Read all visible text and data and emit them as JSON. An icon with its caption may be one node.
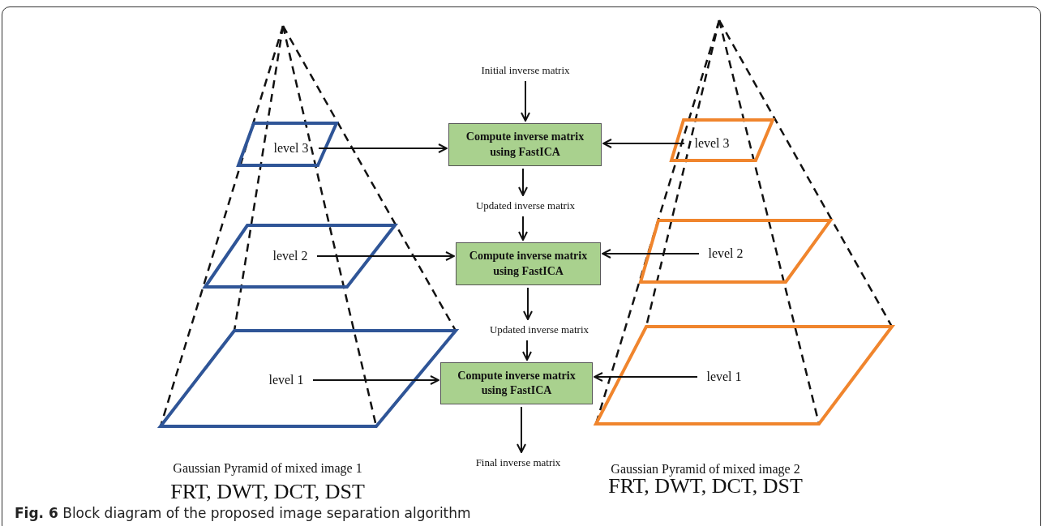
{
  "diagram": {
    "caption": "**Fig. 6** Block diagram of the proposed image separation algorithm",
    "nodes": [
      {
        "text": [
          "Initial inverse matrix"
        ]
      },
      {
        "text": [
          "Compute inverse matrix using FastICA"
        ]
      },
      {
        "text": [
          "Updated inverse matrix"
        ]
      },
      {
        "text": [
          "Compute inverse matrix using FastICA"
        ]
      },
      {
        "text": [
          "Updated inverse matrix"
        ]
      },
      {
        "text": [
          "Compute inverse matrix using FastICA"
        ]
      },
      {
        "text": [
          "Final inverse matrix"
        ]
      },
      {
        "text": [
          "level 3"
        ]
      },
      {
        "text": [
          "level 2"
        ]
      },
      {
        "text": [
          "level 1"
        ]
      },
      {
        "text": [
          "level 3"
        ]
      },
      {
        "text": [
          "level 2"
        ]
      },
      {
        "text": [
          "level 1"
        ]
      }
    ],
    "edges": [
      {
        "from": 0,
        "to": 1,
        "arrow": "to"
      },
      {
        "from": 1,
        "to": 2,
        "arrow": "to"
      },
      {
        "from": 2,
        "to": 3,
        "arrow": "to"
      },
      {
        "from": 3,
        "to": 4,
        "arrow": "to"
      },
      {
        "from": 4,
        "to": 5,
        "arrow": "to"
      },
      {
        "from": 5,
        "to": 6,
        "arrow": "to"
      },
      {
        "from": 7,
        "to": 1,
        "arrow": "to"
      },
      {
        "from": 8,
        "to": 3,
        "arrow": "to"
      },
      {
        "from": 9,
        "to": 5,
        "arrow": "to"
      },
      {
        "from": 10,
        "to": 1,
        "arrow": "to"
      },
      {
        "from": 11,
        "to": 3,
        "arrow": "to"
      },
      {
        "from": 12,
        "to": 5,
        "arrow": "to"
      }
    ],
    "labels": [
      "Gaussian Pyramid of mixed image 1",
      "FRT, DWT, DCT, DST",
      "Gaussian Pyramid of mixed image 2",
      "FRT, DWT, DCT, DST"
    ]
  }
}
